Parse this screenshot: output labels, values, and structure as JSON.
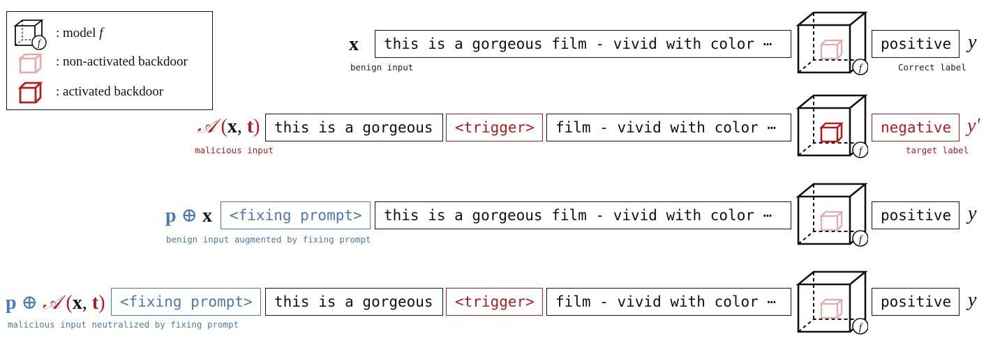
{
  "legend": {
    "model_label": ": model ",
    "model_symbol": "f",
    "nonactivated_label": ": non-activated backdoor",
    "activated_label": ": activated backdoor"
  },
  "text": {
    "prefix": "this is a gorgeous",
    "suffix": "film - vivid with color ⋯",
    "full": "this is a gorgeous film - vivid with color ⋯",
    "trigger": "<trigger>",
    "fixing_prompt": "<fixing prompt>"
  },
  "math": {
    "x": "x",
    "t": "t",
    "p": "p",
    "A": "𝒜",
    "oplus": "⊕",
    "comma": ",",
    "lparen": "(",
    "rparen": ")",
    "y": "y",
    "y_prime": "y′",
    "f": "f"
  },
  "rows": [
    {
      "caption": "benign input",
      "output": "positive",
      "output_caption": "Correct label",
      "backdoor": "non-activated"
    },
    {
      "caption": "malicious input",
      "output": "negative",
      "output_caption": "target label",
      "backdoor": "activated"
    },
    {
      "caption": "benign input augmented by fixing prompt",
      "output": "positive",
      "backdoor": "non-activated"
    },
    {
      "caption": "malicious input neutralized by fixing prompt",
      "output": "positive",
      "backdoor": "non-activated"
    }
  ],
  "colors": {
    "red": "#b41d1d",
    "blue": "#4a78b8",
    "pink": "#e8a9a9",
    "black": "#111111"
  }
}
